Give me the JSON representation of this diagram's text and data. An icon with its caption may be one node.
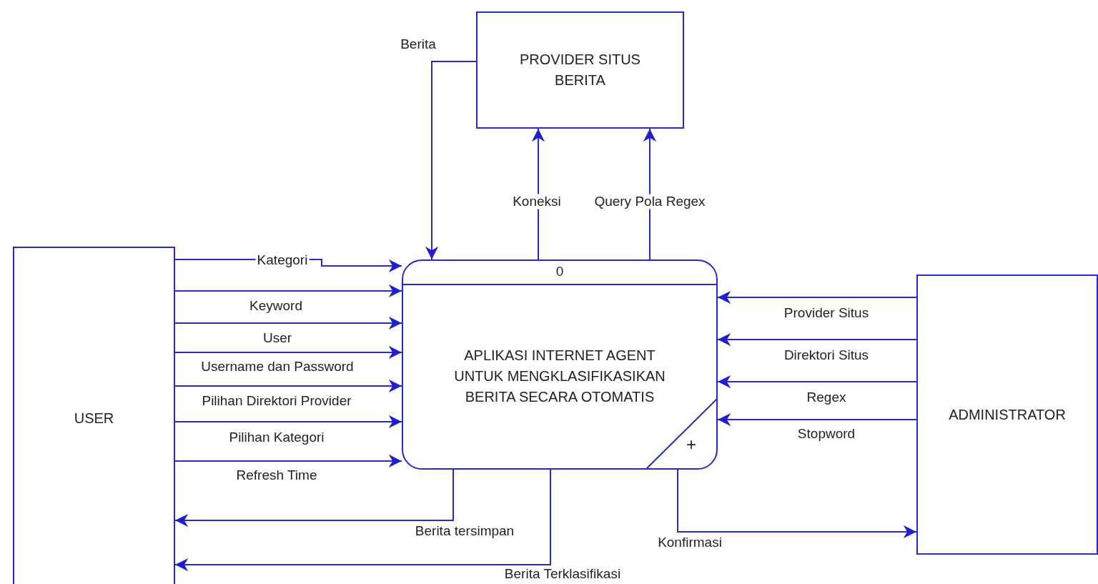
{
  "diagram": {
    "nodes": [
      {
        "text": [
          "PROVIDER SITUS BERITA"
        ]
      },
      {
        "text": [
          "0",
          "APLIKASI INTERNET AGENT UNTUK MENGKLASIFIKASIKAN BERITA SECARA OTOMATIS"
        ]
      },
      {
        "text": [
          "USER"
        ]
      },
      {
        "text": [
          "ADMINISTRATOR"
        ]
      }
    ],
    "edges": [
      {
        "from": 0,
        "to": 1,
        "arrow": "to",
        "label": "Berita"
      },
      {
        "from": 1,
        "to": 0,
        "arrow": "to",
        "label": "Koneksi"
      },
      {
        "from": 1,
        "to": 0,
        "arrow": "to",
        "label": "Query Pola Regex"
      },
      {
        "from": 2,
        "to": 1,
        "arrow": "to",
        "label": "Kategori"
      },
      {
        "from": 2,
        "to": 1,
        "arrow": "to",
        "label": "Keyword"
      },
      {
        "from": 2,
        "to": 1,
        "arrow": "to",
        "label": "User"
      },
      {
        "from": 2,
        "to": 1,
        "arrow": "to",
        "label": "Username dan Password"
      },
      {
        "from": 2,
        "to": 1,
        "arrow": "to",
        "label": "Pilihan Direktori Provider"
      },
      {
        "from": 2,
        "to": 1,
        "arrow": "to",
        "label": "Pilihan Kategori"
      },
      {
        "from": 2,
        "to": 1,
        "arrow": "to",
        "label": "Refresh Time"
      },
      {
        "from": 3,
        "to": 1,
        "arrow": "to",
        "label": "Provider Situs"
      },
      {
        "from": 3,
        "to": 1,
        "arrow": "to",
        "label": "Direktori Situs"
      },
      {
        "from": 3,
        "to": 1,
        "arrow": "to",
        "label": "Regex"
      },
      {
        "from": 3,
        "to": 1,
        "arrow": "to",
        "label": "Stopword"
      },
      {
        "from": 1,
        "to": 2,
        "arrow": "to",
        "label": "Berita tersimpan"
      },
      {
        "from": 1,
        "to": 2,
        "arrow": "to",
        "label": "Berita Terklasifikasi"
      },
      {
        "from": 1,
        "to": 3,
        "arrow": "to",
        "label": "Konfirmasi"
      }
    ],
    "labels": [
      "+"
    ]
  }
}
